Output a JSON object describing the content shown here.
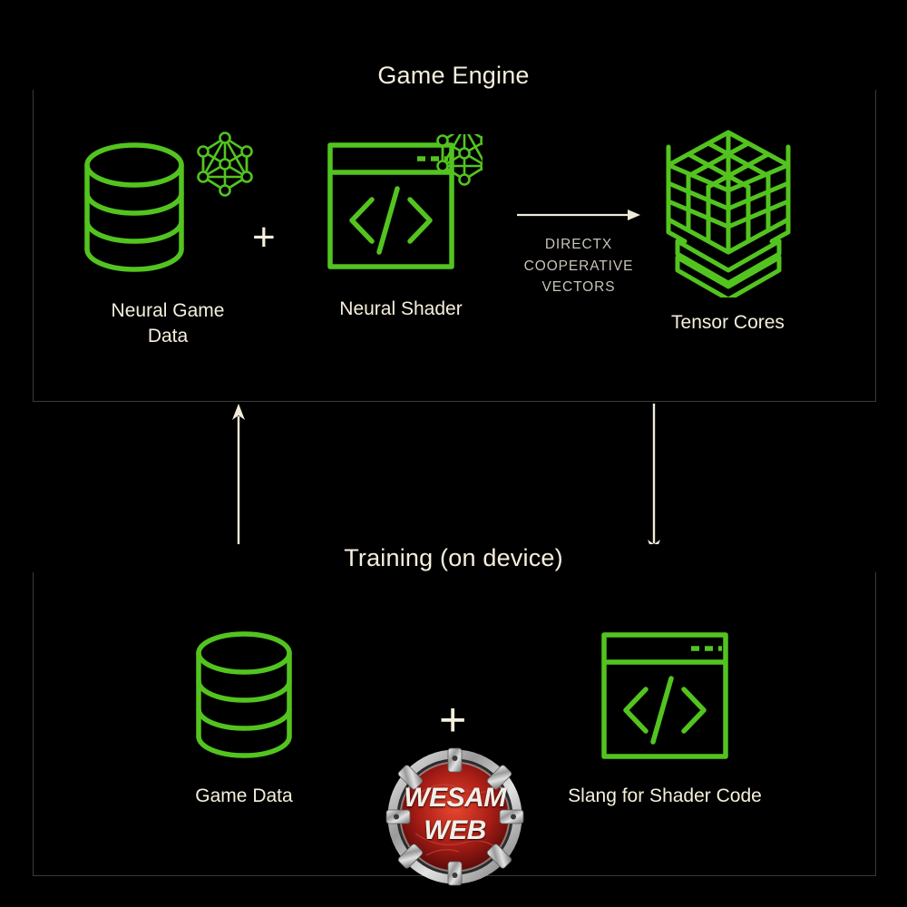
{
  "theme": {
    "background": "#000000",
    "accent_green": "#53c41f",
    "text_cream": "#f5efdc",
    "text_muted": "#c8c3b6",
    "box_border": "#3a3a3a"
  },
  "sections": {
    "engine": {
      "title": "Game Engine",
      "nodes": [
        {
          "id": "neural-game-data",
          "label": "Neural Game\nData",
          "icon": "database-icon",
          "badge": "neural-network-icon"
        },
        {
          "id": "neural-shader",
          "label": "Neural Shader",
          "icon": "code-window-icon",
          "badge": "neural-network-icon"
        },
        {
          "id": "tensor-cores",
          "label": "Tensor Cores",
          "icon": "tensor-cube-icon",
          "badge": null
        }
      ],
      "operator": "+",
      "connector": {
        "label": "DIRECTX\nCOOPERATIVE\nVECTORS",
        "icon": "arrow-right-icon"
      }
    },
    "training": {
      "title": "Training (on device)",
      "nodes": [
        {
          "id": "game-data",
          "label": "Game Data",
          "icon": "database-icon",
          "badge": null
        },
        {
          "id": "slang-shader-code",
          "label": "Slang for Shader Code",
          "icon": "code-window-icon",
          "badge": null
        }
      ],
      "operator": "+"
    }
  },
  "flow_arrows": [
    {
      "id": "arrow-training-to-engine",
      "icon": "arrow-up-icon",
      "direction": "up"
    },
    {
      "id": "arrow-engine-to-training",
      "icon": "arrow-down-icon",
      "direction": "down"
    }
  ],
  "watermark": {
    "line1": "WESAM",
    "line2": "WEB",
    "icon": "wesam-web-logo-icon"
  }
}
